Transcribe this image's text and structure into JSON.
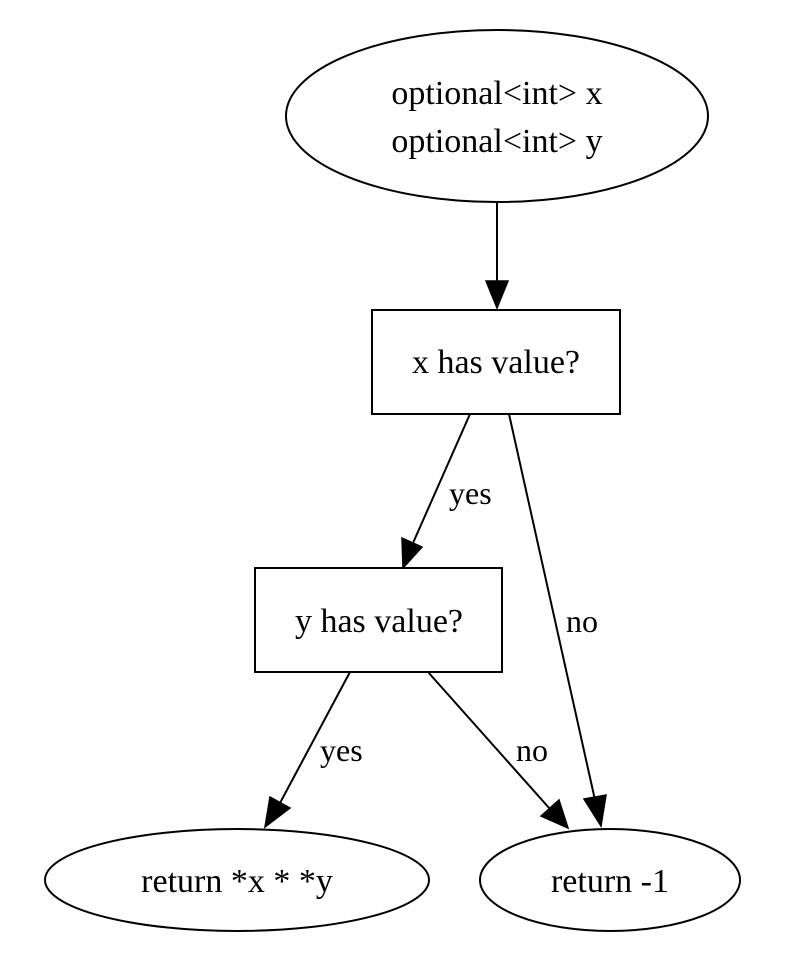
{
  "nodes": {
    "start": {
      "line1": "optional<int> x",
      "line2": "optional<int> y"
    },
    "x_check": {
      "label": "x has value?"
    },
    "y_check": {
      "label": "y has value?"
    },
    "return_product": {
      "label": "return *x * *y"
    },
    "return_neg": {
      "label": "return -1"
    }
  },
  "edges": {
    "x_yes": {
      "label": "yes"
    },
    "x_no": {
      "label": "no"
    },
    "y_yes": {
      "label": "yes"
    },
    "y_no": {
      "label": "no"
    }
  }
}
